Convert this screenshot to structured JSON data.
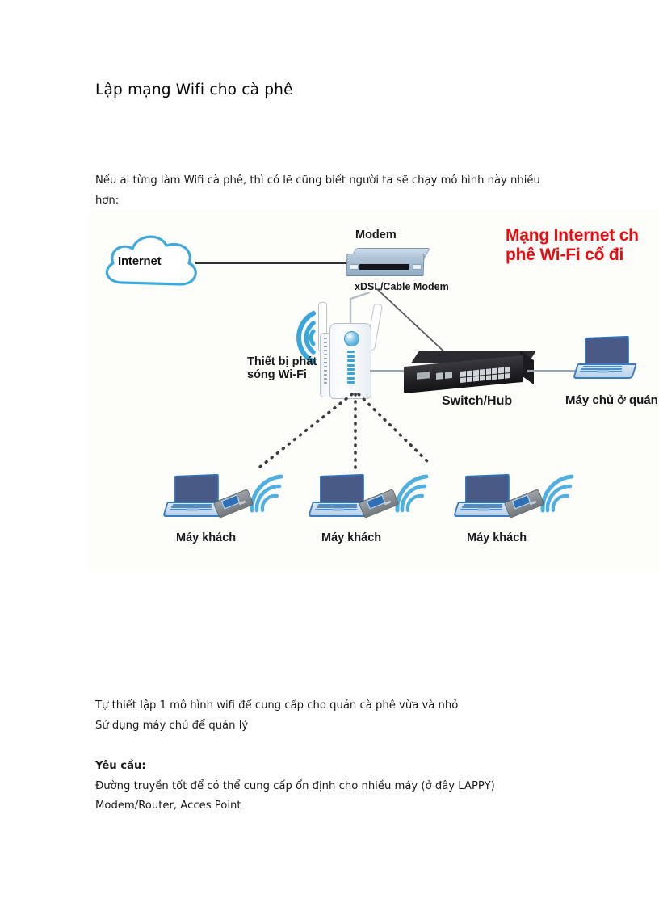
{
  "document": {
    "title": "Lập mạng Wifi cho cà phê",
    "intro": "Nếu ai từng làm Wifi cà phê, thì có lẽ cũng biết người ta sẽ chạy mô hình này nhiều hơn:",
    "footer": {
      "line1": "Tự thiết lập 1 mô hình wifi để cung cấp cho quán cà phê vừa và nhỏ",
      "line2": "Sử dụng máy chủ để quản lý",
      "heading": "Yêu cầu:",
      "line3": "Đường truyền tốt để có thể cung cấp ổn định cho nhiều máy (ở đây LAPPY)",
      "line4": "Modem/Router, Acces Point"
    }
  },
  "diagram": {
    "red_title_line1": "Mạng Internet ch",
    "red_title_line2": "phê Wi-Fi cổ đi",
    "red_color": "#ee0b10",
    "cloud_label": "Internet",
    "modem_label": "Modem",
    "modem_sublabel": "xDSL/Cable Modem",
    "ap_label_line1": "Thiết bị phát",
    "ap_label_line2": "sóng Wi-Fi",
    "switch_label": "Switch/Hub",
    "server_label": "Máy chủ ở quán",
    "clients": [
      {
        "label": "Máy khách"
      },
      {
        "label": "Máy khách"
      },
      {
        "label": "Máy khách"
      }
    ]
  }
}
